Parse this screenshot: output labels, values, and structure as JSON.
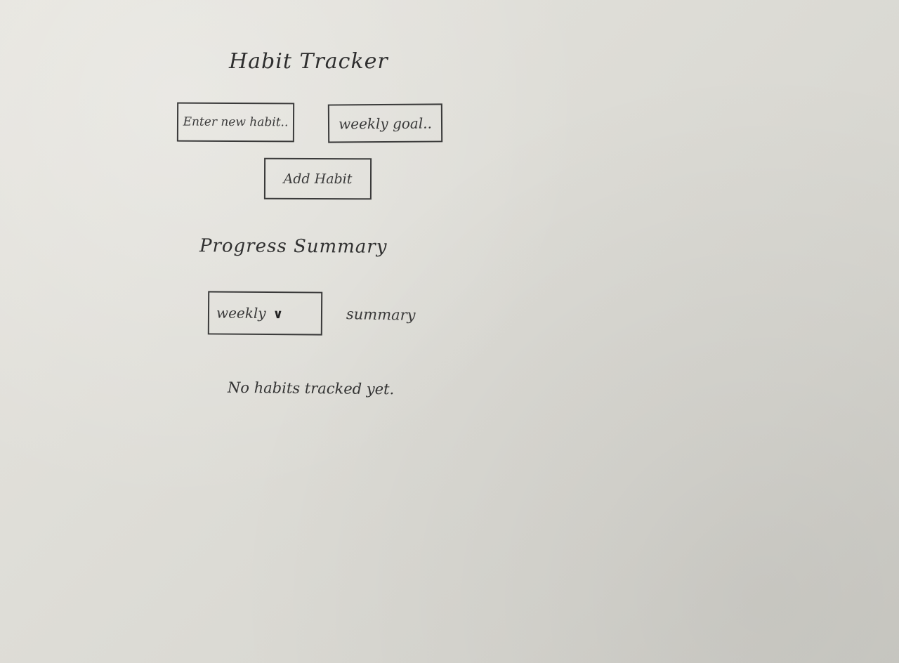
{
  "app": {
    "title": "Habit Tracker"
  },
  "form": {
    "habit_placeholder": "Enter new habit..",
    "goal_placeholder": "weekly goal..",
    "add_label": "Add Habit"
  },
  "progress": {
    "section_title": "Progress Summary",
    "period_selected": "weekly",
    "summary_label": "summary",
    "empty_message": "No habits tracked yet."
  },
  "icons": {
    "dropdown": "chevron-down-icon"
  },
  "colors": {
    "paper": "#e2e1db",
    "ink": "#2f2f2f"
  }
}
